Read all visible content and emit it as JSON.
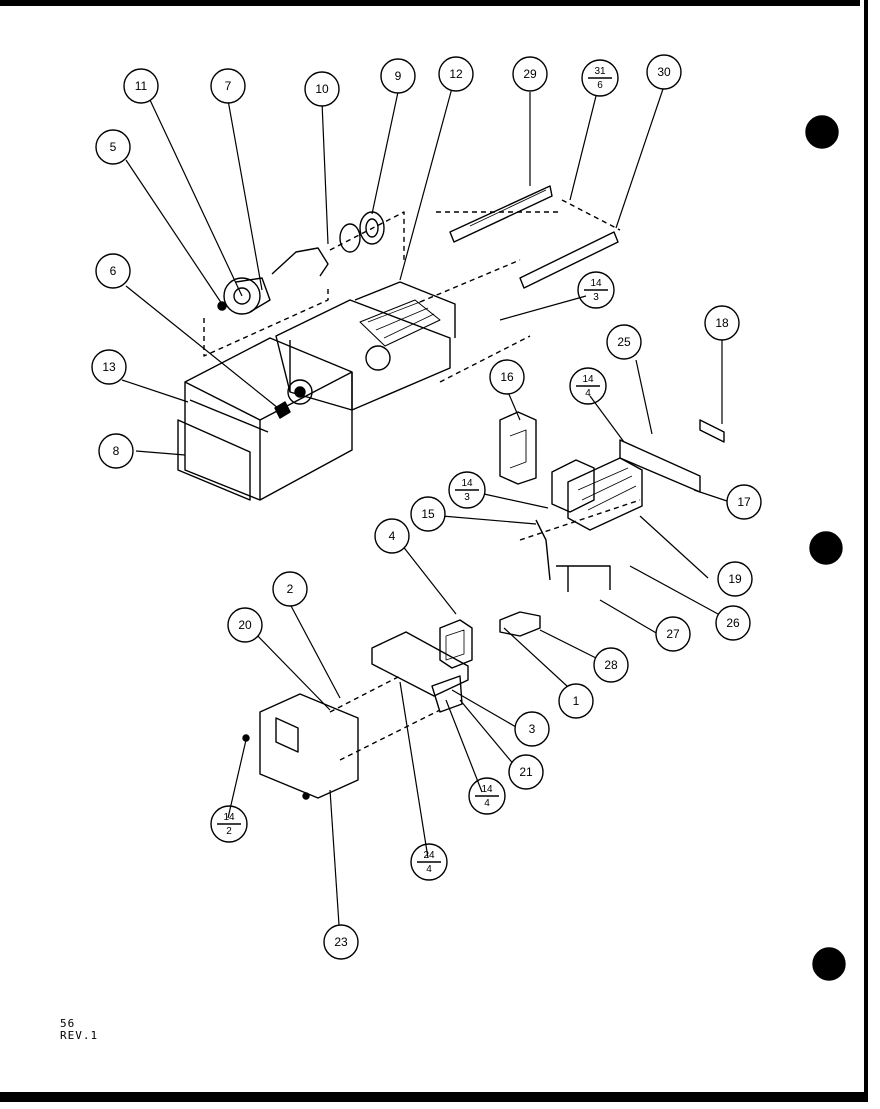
{
  "page": {
    "page_number": "56",
    "revision": "REV.1"
  },
  "callouts": {
    "c1": "1",
    "c2": "2",
    "c3": "3",
    "c4": "4",
    "c5": "5",
    "c6": "6",
    "c7": "7",
    "c8": "8",
    "c9": "9",
    "c10": "10",
    "c11": "11",
    "c12": "12",
    "c13": "13",
    "c15": "15",
    "c16": "16",
    "c17": "17",
    "c18": "18",
    "c19": "19",
    "c20": "20",
    "c21": "21",
    "c23": "23",
    "c25": "25",
    "c26": "26",
    "c27": "27",
    "c28": "28",
    "c29": "29",
    "c30": "30",
    "f14_3_top": "14",
    "f14_3_bot": "3",
    "f14_4_top": "14",
    "f14_4_bot": "4",
    "f14_3b_top": "14",
    "f14_3b_bot": "3",
    "f14_4b_top": "14",
    "f14_4b_bot": "4",
    "f14_2_top": "14",
    "f14_2_bot": "2",
    "f24_4_top": "24",
    "f24_4_bot": "4",
    "f31_6_top": "31",
    "f31_6_bot": "6"
  },
  "colors": {
    "ink": "#000000",
    "paper": "#ffffff"
  }
}
